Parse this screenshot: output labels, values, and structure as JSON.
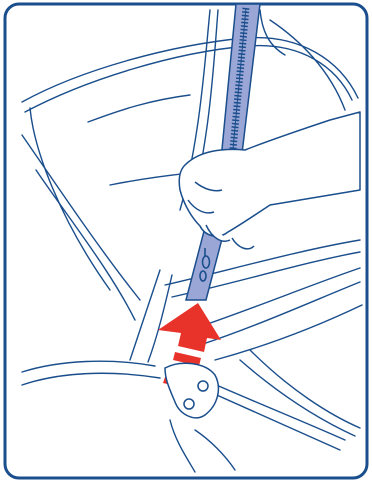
{
  "illustration": {
    "subject": "zip-pull-up-instruction",
    "colors": {
      "frame": "#1a4e8c",
      "line": "#1a4e8c",
      "zip_fill": "#9aa6d6",
      "arrow": "#e8332a",
      "background": "#ffffff"
    },
    "icons": [
      "hand",
      "zip-strap",
      "zip-puller",
      "up-arrow",
      "buckle"
    ]
  }
}
